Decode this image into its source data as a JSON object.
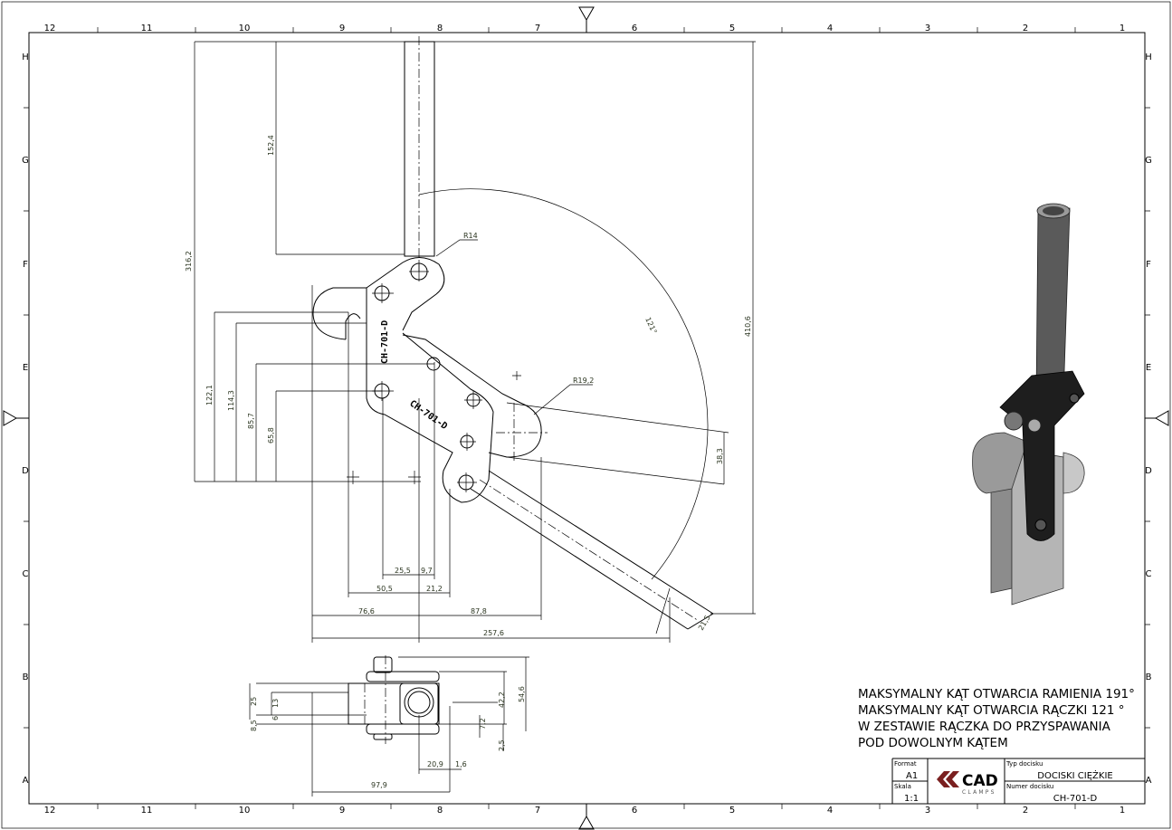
{
  "grid": {
    "columns": [
      "12",
      "11",
      "10",
      "9",
      "8",
      "7",
      "6",
      "5",
      "4",
      "3",
      "2",
      "1"
    ],
    "rows": [
      "H",
      "G",
      "F",
      "E",
      "D",
      "C",
      "B",
      "A"
    ]
  },
  "front_view": {
    "part_marking_1": "CH-701-D",
    "part_marking_2": "CH-701-D",
    "dims": {
      "d152": "152,4",
      "d316": "316,2",
      "d410": "410,6",
      "r14": "R14",
      "r19": "R19,2",
      "angle": "121°",
      "d122": "122,1",
      "d114": "114,3",
      "d85": "85,7",
      "d65": "65,8",
      "d38": "38,3",
      "d21_5": "21,5",
      "d25_5": "25,5",
      "d9_7": "9,7",
      "d50_5": "50,5",
      "d21_2": "21,2",
      "d76_6": "76,6",
      "d87_8": "87,8",
      "d257_6": "257,6"
    }
  },
  "top_view": {
    "dims": {
      "d25": "25",
      "d13": "13",
      "d6": "6",
      "d8_5": "8,5",
      "d42_2": "42,2",
      "d54_6": "54,6",
      "d7_2": "7,2",
      "d2_5": "2,5",
      "d20_9": "20,9",
      "d1_6": "1,6",
      "d97_9": "97,9"
    }
  },
  "notes": [
    "MAKSYMALNY KĄT OTWARCIA RAMIENIA 191°",
    "MAKSYMALNY KĄT OTWARCIA RĄCZKI 121 °",
    "W ZESTAWIE RĄCZKA DO PRZYSPAWANIA",
    "POD DOWOLNYM KĄTEM"
  ],
  "title_block": {
    "format_label": "Format",
    "format_value": "A1",
    "scale_label": "Skala",
    "scale_value": "1:1",
    "logo_text": "CAD",
    "logo_subtext": "CLAMPS",
    "type_label": "Typ docisku",
    "type_value": "DOCISKI CIĘŻKIE",
    "number_label": "Numer docisku",
    "number_value": "CH-701-D"
  },
  "colors": {
    "logo": "#7a1f1f",
    "dimension_text": "#2b3520"
  }
}
